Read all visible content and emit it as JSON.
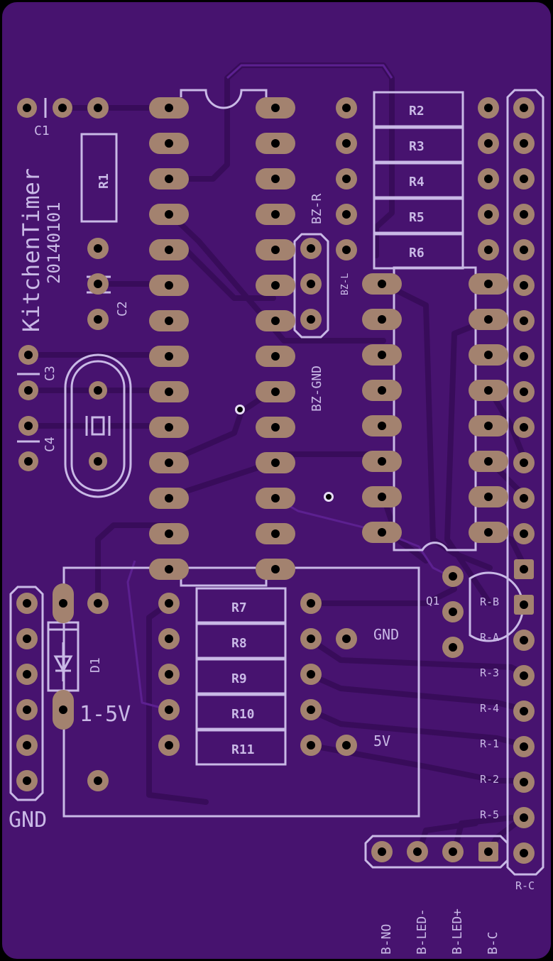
{
  "colors": {
    "board": "#47136f",
    "copper": "#5a1a8c",
    "trace": "#3a0d5c",
    "silk": "#c9b9e6",
    "pad": "#a3826f",
    "edge": "#000000"
  },
  "labels": {
    "title": "KitchenTimer",
    "date": "20140101",
    "c1": "C1",
    "c2": "C2",
    "c3": "C3",
    "c4": "C4",
    "r1": "R1",
    "r2": "R2",
    "r3": "R3",
    "r4": "R4",
    "r5": "R5",
    "r6": "R6",
    "r7": "R7",
    "r8": "R8",
    "r9": "R9",
    "r10": "R10",
    "r11": "R11",
    "d1": "D1",
    "q1": "Q1",
    "bz_r": "BZ-R",
    "bz_l": "BZ-L",
    "bz_gnd": "BZ-GND",
    "gnd_mid": "GND",
    "v5": "5V",
    "v15": "1-5V",
    "gnd_left": "GND",
    "r_b": "R-B",
    "r_a": "R-A",
    "r_3": "R-3",
    "r_4": "R-4",
    "r_1": "R-1",
    "r_2": "R-2",
    "r_5": "R-5",
    "r_c": "R-C",
    "b_no": "B-NO",
    "b_led_minus": "B-LED-",
    "b_led_plus": "B-LED+",
    "b_c": "B-C"
  }
}
